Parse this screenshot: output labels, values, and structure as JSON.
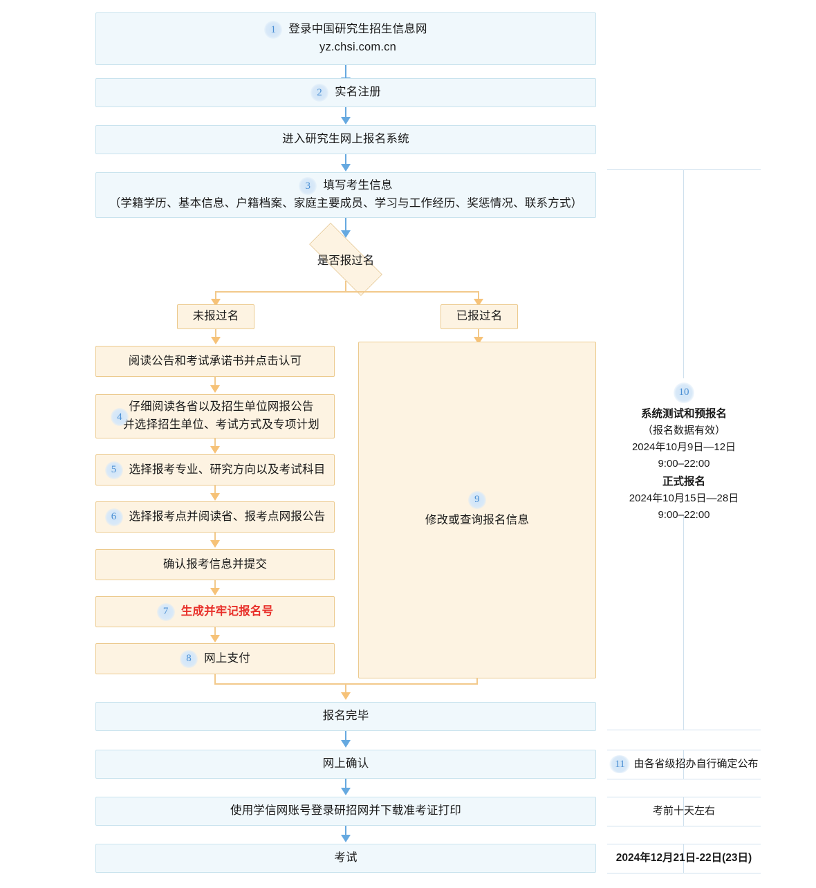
{
  "flow": {
    "step1": {
      "num": "1",
      "line1": "登录中国研究生招生信息网",
      "line2": "yz.chsi.com.cn"
    },
    "step2": {
      "num": "2",
      "label": "实名注册"
    },
    "enter_system": {
      "label": "进入研究生网上报名系统"
    },
    "step3": {
      "num": "3",
      "line1": "填写考生信息",
      "line2": "（学籍学历、基本信息、户籍档案、家庭主要成员、学习与工作经历、奖惩情况、联系方式）"
    },
    "decision": {
      "label": "是否报过名"
    },
    "branch_left": {
      "label": "未报过名"
    },
    "branch_right": {
      "label": "已报过名"
    },
    "left_col": {
      "read_notice": {
        "label": "阅读公告和考试承诺书并点击认可"
      },
      "step4": {
        "num": "4",
        "line1": "仔细阅读各省以及招生单位网报公告",
        "line2": "并选择招生单位、考试方式及专项计划"
      },
      "step5": {
        "num": "5",
        "label": "选择报考专业、研究方向以及考试科目"
      },
      "step6": {
        "num": "6",
        "label": "选择报考点并阅读省、报考点网报公告"
      },
      "confirm": {
        "label": "确认报考信息并提交"
      },
      "step7": {
        "num": "7",
        "label": "生成并牢记报名号"
      },
      "step8": {
        "num": "8",
        "label": "网上支付"
      }
    },
    "right_col": {
      "step9": {
        "num": "9",
        "label": "修改或查询报名信息"
      }
    },
    "done": {
      "label": "报名完毕"
    },
    "online_confirm": {
      "label": "网上确认"
    },
    "download_ticket": {
      "label": "使用学信网账号登录研招网并下载准考证打印"
    },
    "exam": {
      "label": "考试"
    }
  },
  "sidebar": {
    "schedule": {
      "num": "10",
      "title1": "系统测试和预报名",
      "note1": "（报名数据有效）",
      "date1": "2024年10月9日—12日",
      "time1": "9:00–22:00",
      "title2": "正式报名",
      "date2": "2024年10月15日—28日",
      "time2": "9:00–22:00"
    },
    "confirm_note": {
      "num": "11",
      "label": "由各省级招办自行确定公布"
    },
    "ticket_note": {
      "label": "考前十天左右"
    },
    "exam_note": {
      "label": "2024年12月21日-22日(23日)"
    }
  },
  "colors": {
    "blue_fill": "#f0f8fc",
    "blue_border": "#c9e3ee",
    "orange_fill": "#fdf3e2",
    "orange_border": "#ecca8e",
    "arrow_blue": "#66a9e0",
    "arrow_orange": "#f6c278",
    "badge_text": "#4b8fd4",
    "danger": "#e8302a"
  }
}
